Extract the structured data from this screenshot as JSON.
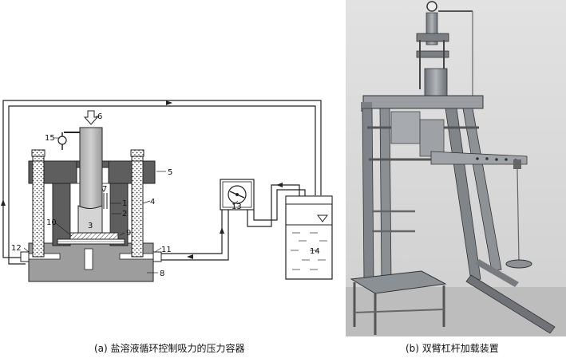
{
  "panel_a": {
    "caption": "(a) 盐溶液循环控制吸力的压力容器",
    "labels": {
      "n1": "1",
      "n2": "2",
      "n3": "3",
      "n4": "4",
      "n5": "5",
      "n6": "6",
      "n7": "7",
      "n8": "8",
      "n9": "9",
      "n10": "10",
      "n11": "11",
      "n12": "12",
      "n13": "13",
      "n14": "14",
      "n15": "15"
    }
  },
  "panel_b": {
    "caption": "(b) 双臂杠杆加载装置"
  },
  "colors": {
    "vessel_gray": "#9d9d9d",
    "dark_gray": "#5e5e5e",
    "line": "#222222",
    "photo_bg": "#d8d8d8",
    "steel": "#8a8f94"
  }
}
